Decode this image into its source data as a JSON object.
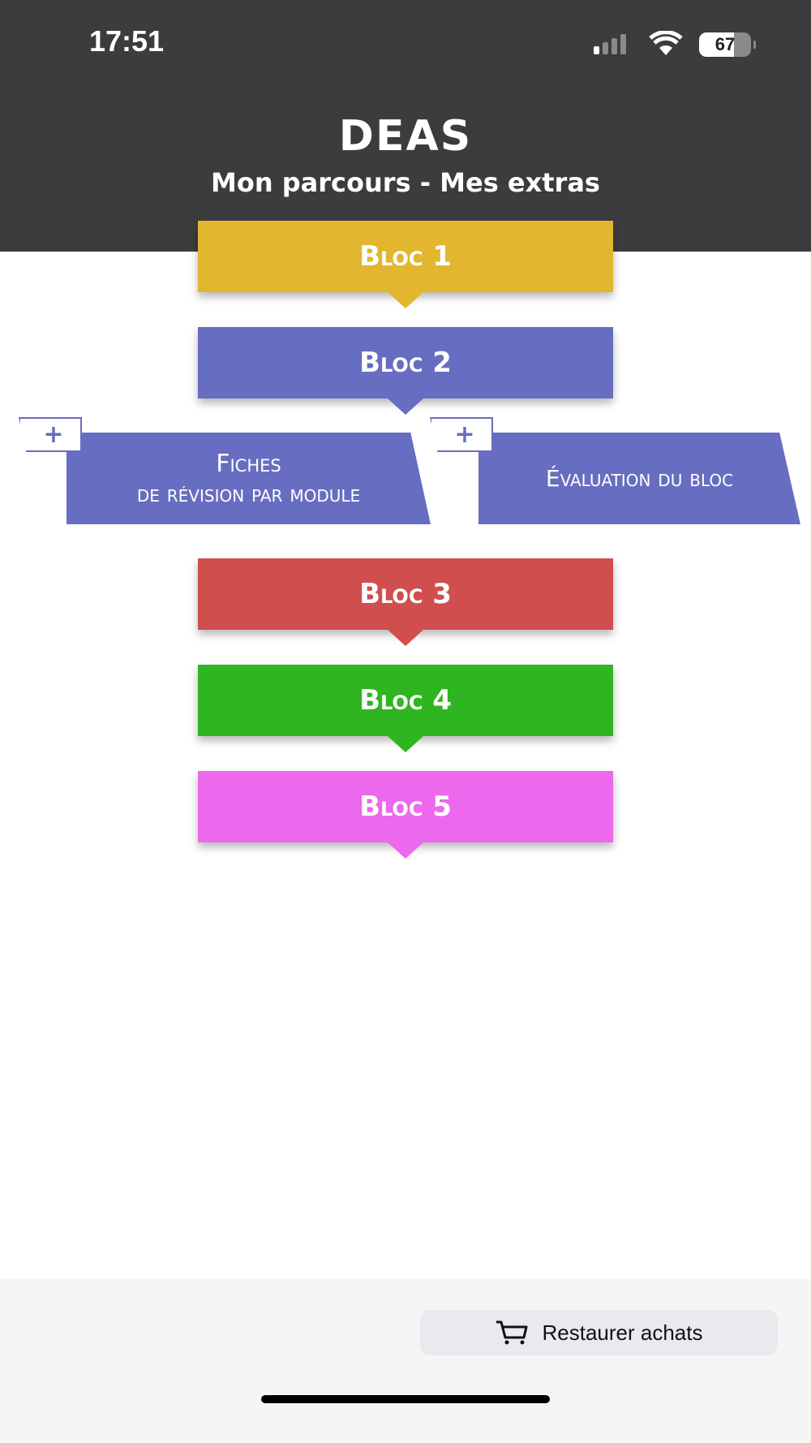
{
  "status_bar": {
    "time": "17:51",
    "battery": "67"
  },
  "header": {
    "title": "DEAS",
    "subtitle": "Mon parcours - Mes extras"
  },
  "blocs": [
    {
      "label": "Bloc 1",
      "color": "#e3b630"
    },
    {
      "label": "Bloc 2",
      "color": "#676dc0"
    },
    {
      "label": "Bloc 3",
      "color": "#d04e4e"
    },
    {
      "label": "Bloc 4",
      "color": "#2fb520"
    },
    {
      "label": "Bloc 5",
      "color": "#ec68ec"
    }
  ],
  "extras": [
    {
      "line1": "Fiches",
      "line2": "de révision par module",
      "tab": "+"
    },
    {
      "line1": "Évaluation du bloc",
      "tab": "+"
    }
  ],
  "footer": {
    "restore_label": "Restaurer achats",
    "icon": "cart-icon"
  }
}
